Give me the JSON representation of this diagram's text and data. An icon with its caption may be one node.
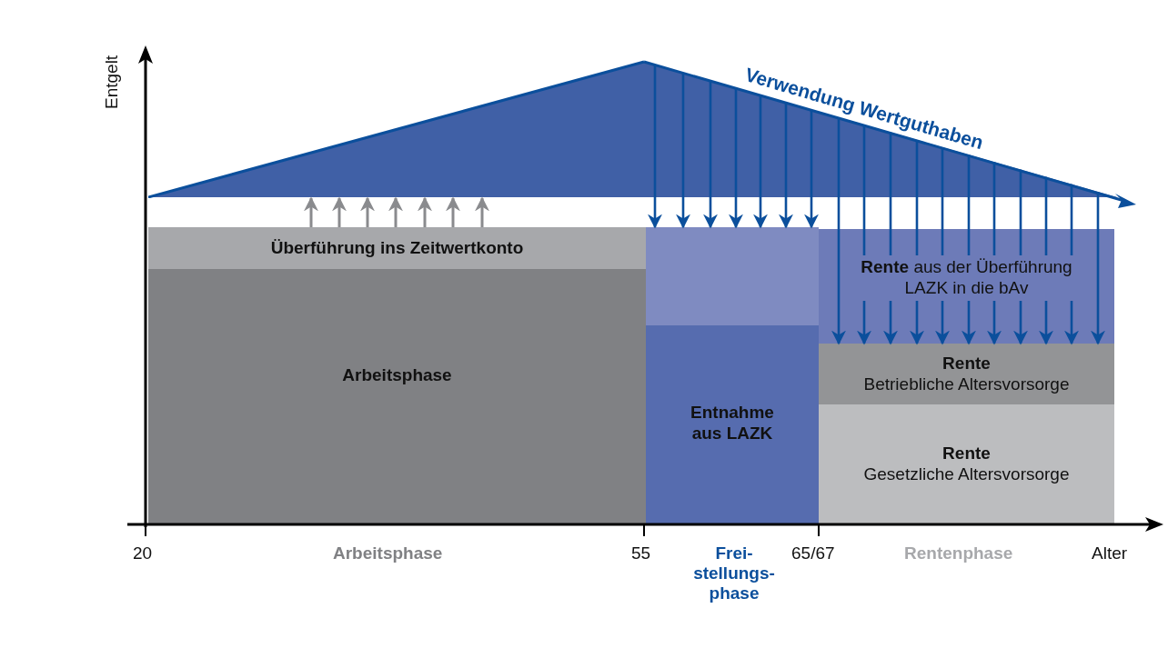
{
  "diagram": {
    "nodes": [
      {
        "text": [],
        "shape": "triangle"
      },
      {
        "text": [
          "Überführung ins Zeitwertkonto"
        ]
      },
      {
        "text": [],
        "shape": "box"
      },
      {
        "text": [
          "**Rente** aus der Überführung LAZK in die bAv"
        ]
      },
      {
        "text": [
          "Arbeitsphase"
        ]
      },
      {
        "text": [
          "Rente",
          "Betriebliche Altersvorsorge"
        ]
      },
      {
        "text": [
          "Entnahme aus LAZK"
        ]
      },
      {
        "text": [
          "Rente",
          "Gesetzliche Altersvorsorge"
        ]
      }
    ],
    "edges": [
      {
        "from": 1,
        "to": 0,
        "arrow": "to",
        "color": "#8a8b8e"
      },
      {
        "from": 1,
        "to": 0,
        "arrow": "to",
        "color": "#8a8b8e"
      },
      {
        "from": 1,
        "to": 0,
        "arrow": "to",
        "color": "#8a8b8e"
      },
      {
        "from": 1,
        "to": 0,
        "arrow": "to",
        "color": "#8a8b8e"
      },
      {
        "from": 1,
        "to": 0,
        "arrow": "to",
        "color": "#8a8b8e"
      },
      {
        "from": 1,
        "to": 0,
        "arrow": "to",
        "color": "#8a8b8e"
      },
      {
        "from": 1,
        "to": 0,
        "arrow": "to",
        "color": "#8a8b8e"
      },
      {
        "from": 0,
        "to": 2,
        "arrow": "to"
      },
      {
        "from": 0,
        "to": 2,
        "arrow": "to"
      },
      {
        "from": 0,
        "to": 2,
        "arrow": "to"
      },
      {
        "from": 0,
        "to": 2,
        "arrow": "to"
      },
      {
        "from": 0,
        "to": 2,
        "arrow": "to"
      },
      {
        "from": 0,
        "to": 2,
        "arrow": "to"
      },
      {
        "from": 0,
        "to": 2,
        "arrow": "to"
      },
      {
        "from": 0,
        "to": 3,
        "arrow": "to"
      },
      {
        "from": 0,
        "to": 3,
        "arrow": "to"
      },
      {
        "from": 0,
        "to": 3,
        "arrow": "to"
      },
      {
        "from": 0,
        "to": 3,
        "arrow": "to"
      },
      {
        "from": 0,
        "to": 3,
        "arrow": "to"
      },
      {
        "from": 0,
        "to": 3,
        "arrow": "to"
      },
      {
        "from": 0,
        "to": 3,
        "arrow": "to"
      },
      {
        "from": 0,
        "to": 3,
        "arrow": "to"
      },
      {
        "from": 0,
        "to": 3,
        "arrow": "to"
      },
      {
        "from": 0,
        "to": 3,
        "arrow": "to"
      },
      {
        "from": 0,
        "to": 3,
        "arrow": "to"
      }
    ],
    "labels": [
      "Entgelt",
      "Verwendung Wertguthaben",
      "20",
      "Arbeitsphase",
      "55",
      "Frei- stellungs- phase",
      "65/67",
      "Rentenphase",
      "Alter"
    ]
  }
}
